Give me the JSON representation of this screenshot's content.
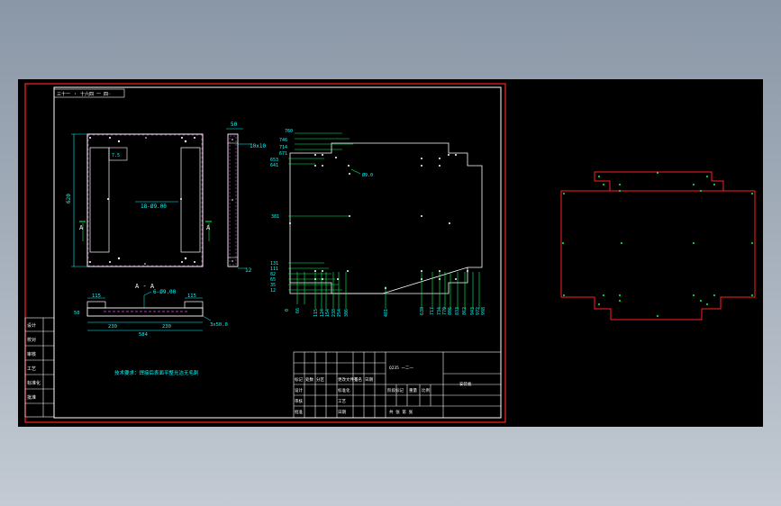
{
  "title_note": "三十一 ・ 十六四 一 四◦",
  "tech_note": "技术要求：焊接后表面平整光洁无毛刺",
  "section_label": "A - A",
  "left_view": {
    "height_dim": "620",
    "small_dim": "7.5",
    "holes_note": "18-Ø9.00",
    "arrow_left": "A",
    "arrow_right": "A"
  },
  "side_view": {
    "top_dim": "50",
    "thick_note": "10x10",
    "bottom_dim": "12"
  },
  "section_view": {
    "dim_115_left": "115",
    "dim_115_right": "115",
    "holes_note": "6-Ø9.00",
    "dim_230_left": "230",
    "dim_230_right": "230",
    "overall": "584",
    "height": "50",
    "thick_note": "3x50.0"
  },
  "plan_view": {
    "top_dims": [
      "760",
      "746",
      "714",
      "671",
      "653",
      "641"
    ],
    "hole_note": "Ø9.0",
    "mid_dim": "381",
    "left_low_dims": [
      "131",
      "111",
      "82",
      "65",
      "35",
      "12"
    ],
    "bottom_dims": [
      "0",
      "66",
      "115",
      "124",
      "154",
      "238",
      "254",
      "306",
      "481",
      "638",
      "717",
      "734",
      "770",
      "806",
      "833",
      "862",
      "943",
      "972",
      "998"
    ]
  },
  "revision_block": {
    "rows": [
      "设计",
      "校对",
      "审核",
      "工艺",
      "标准化",
      "批准"
    ]
  },
  "title_block": {
    "headers": [
      "标记",
      "处数",
      "分区",
      "更改文件号",
      "签名",
      "日期"
    ],
    "row2": [
      "设计",
      "",
      "",
      "标准化",
      "",
      ""
    ],
    "row3": [
      "审核",
      "",
      "",
      "工艺",
      "",
      ""
    ],
    "row4": [
      "批准",
      "",
      "",
      "日期",
      "",
      ""
    ],
    "material": "Q235 一二一",
    "part_name": "安装板",
    "stage_headers": [
      "阶段标记",
      "重量",
      "比例"
    ],
    "sheet": "共  张  第  张"
  }
}
